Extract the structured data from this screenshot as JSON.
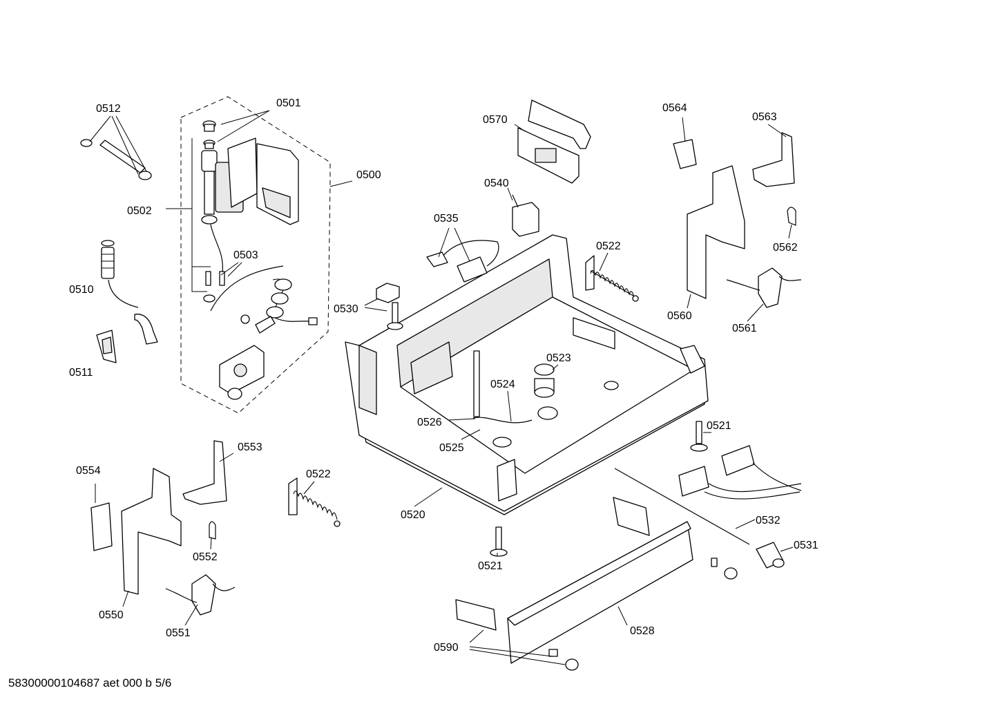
{
  "labels": {
    "p0500": "0500",
    "p0501": "0501",
    "p0502": "0502",
    "p0503": "0503",
    "p0510": "0510",
    "p0511": "0511",
    "p0512": "0512",
    "p0520": "0520",
    "p0521a": "0521",
    "p0521b": "0521",
    "p0522a": "0522",
    "p0522b": "0522",
    "p0523": "0523",
    "p0524": "0524",
    "p0525": "0525",
    "p0526": "0526",
    "p0528": "0528",
    "p0530": "0530",
    "p0531": "0531",
    "p0532": "0532",
    "p0535": "0535",
    "p0540": "0540",
    "p0550": "0550",
    "p0551": "0551",
    "p0552": "0552",
    "p0553": "0553",
    "p0554": "0554",
    "p0560": "0560",
    "p0561": "0561",
    "p0562": "0562",
    "p0563": "0563",
    "p0564": "0564",
    "p0570": "0570",
    "p0590": "0590"
  },
  "footer": "58300000104687 aet 000 b 5/6"
}
